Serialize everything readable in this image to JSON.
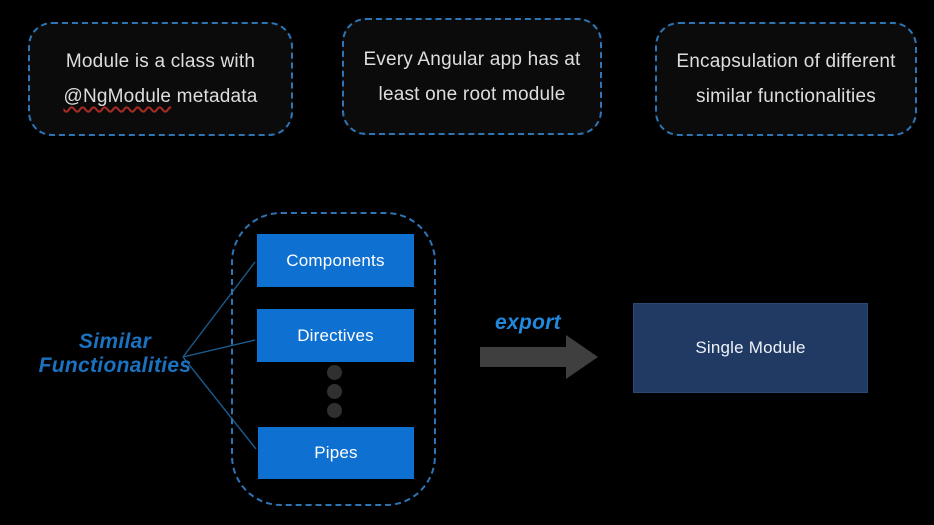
{
  "colors": {
    "background": "#000000",
    "dashed_border": "#2e75b6",
    "item_blue": "#0e70d0",
    "single_module_navy": "#213a63",
    "annotation_blue": "#1a72c0",
    "export_blue": "#2089de",
    "arrow_gray": "#3f3f3f",
    "squiggle_red": "#a82c26"
  },
  "concept_boxes": [
    {
      "line1": "Module is a class with",
      "line2_highlight": "@NgModule",
      "line2_rest": " metadata"
    },
    {
      "line1": "Every Angular app has at",
      "line2": "least one root module"
    },
    {
      "line1": "Encapsulation of different",
      "line2": "similar functionalities"
    }
  ],
  "module_group": {
    "items": [
      "Components",
      "Directives",
      "Pipes"
    ],
    "ellipsis_dot_count": 3
  },
  "annotations": {
    "similar_label_line1": "Similar",
    "similar_label_line2": "Functionalities",
    "export_label": "export"
  },
  "output_box": {
    "label": "Single Module"
  }
}
